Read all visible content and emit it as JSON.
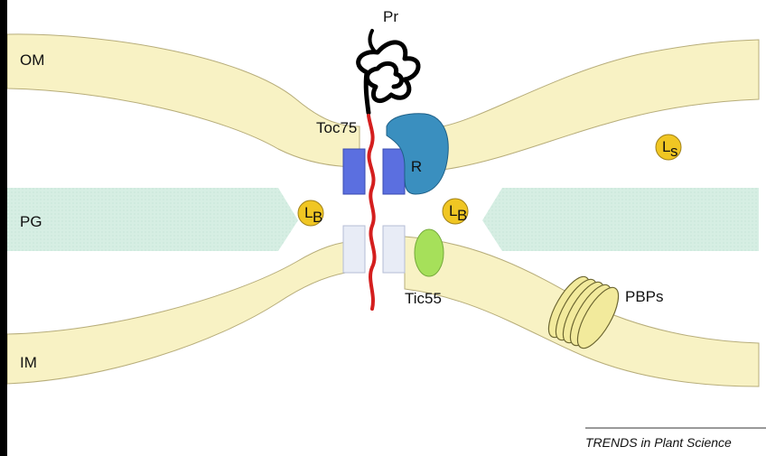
{
  "labels": {
    "om": "OM",
    "pg": "PG",
    "im": "IM",
    "pr": "Pr",
    "toc75": "Toc75",
    "r": "R",
    "tic55": "Tic55",
    "pbps": "PBPs",
    "lb_left_main": "L",
    "lb_left_sub": "B",
    "lb_right_main": "L",
    "lb_right_sub": "B",
    "ls_main": "L",
    "ls_sub": "s"
  },
  "footer": {
    "credit": "TRENDS in Plant Science"
  },
  "colors": {
    "membrane": "#f8f2c4",
    "membrane_stroke": "#b7ad7a",
    "peptidoglycan": "#d3ece1",
    "channel_blue": "#5b6fe0",
    "channel_ghost": "#e8ecf6",
    "receptor": "#3a8fbf",
    "tic55": "#a6e05a",
    "lipid": "#f0c623",
    "precursor_black": "#000000",
    "precursor_red": "#d41e1e",
    "pbps": "#f2ea9c"
  }
}
